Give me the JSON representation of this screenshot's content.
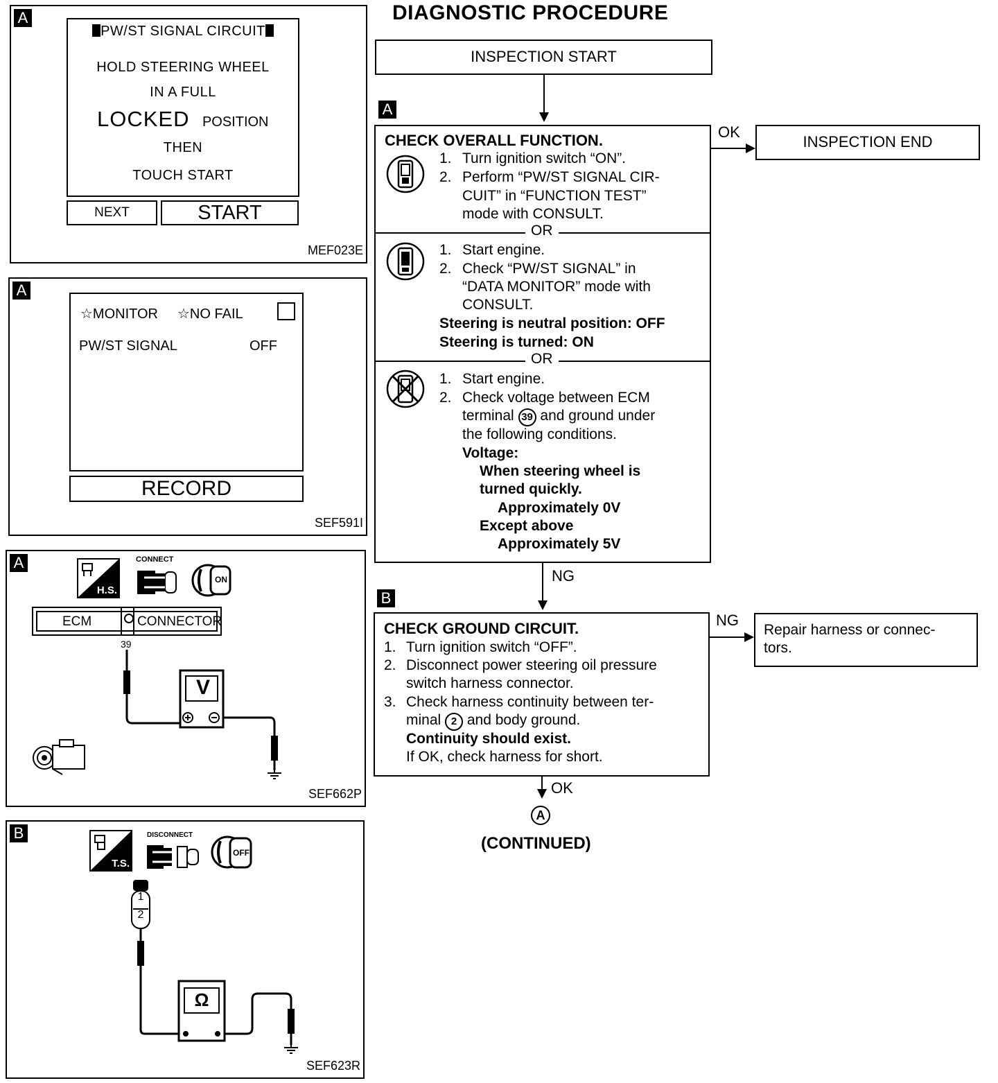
{
  "left_panels": {
    "panel1": {
      "tag": "A",
      "title": "PW/ST SIGNAL CIRCUIT",
      "lines": [
        "HOLD STEERING WHEEL",
        "IN A FULL",
        "LOCKED",
        "POSITION",
        "THEN",
        "TOUCH START"
      ],
      "next_label": "NEXT",
      "start_label": "START",
      "ref": "MEF023E"
    },
    "panel2": {
      "tag": "A",
      "monitor_label": "☆MONITOR",
      "nofail_label": "☆NO FAIL",
      "signal_label": "PW/ST SIGNAL",
      "signal_value": "OFF",
      "record_label": "RECORD",
      "ref": "SEF591I"
    },
    "panel3": {
      "tag": "A",
      "hs_label": "H.S.",
      "connect_label": "CONNECT",
      "on_label": "ON",
      "ecm_label": "ECM",
      "connector_label": "CONNECTOR",
      "terminal": "39",
      "meter_label": "V",
      "ref": "SEF662P"
    },
    "panel4": {
      "tag": "B",
      "ts_label": "T.S.",
      "disconnect_label": "DISCONNECT",
      "off_label": "OFF",
      "pin1": "1",
      "pin2": "2",
      "meter_label": "Ω",
      "ref": "SEF623R"
    }
  },
  "procedure": {
    "heading": "DIAGNOSTIC PROCEDURE",
    "inspection_start": "INSPECTION START",
    "inspection_end": "INSPECTION END",
    "ok_label": "OK",
    "ng_label": "NG",
    "or_label": "OR",
    "step_a": {
      "tag": "A",
      "title": "CHECK OVERALL FUNCTION.",
      "sec1": [
        "1.",
        "Turn ignition switch “ON”.",
        "2.",
        "Perform “PW/ST SIGNAL CIR-",
        "CUIT” in “FUNCTION TEST”",
        "mode with CONSULT."
      ],
      "sec2": [
        "1.",
        "Start engine.",
        "2.",
        "Check “PW/ST SIGNAL” in",
        "“DATA MONITOR” mode with",
        "CONSULT.",
        "Steering is neutral position: OFF",
        "Steering is turned: ON"
      ],
      "sec3": [
        "1.",
        "Start engine.",
        "2.",
        "Check voltage between ECM",
        "terminal",
        "39",
        "and ground under",
        "the following conditions.",
        "Voltage:",
        "When steering wheel is",
        "turned quickly.",
        "Approximately 0V",
        "Except above",
        "Approximately 5V"
      ]
    },
    "step_b": {
      "tag": "B",
      "title": "CHECK GROUND CIRCUIT.",
      "lines": [
        "1.",
        "Turn ignition switch “OFF”.",
        "2.",
        "Disconnect power steering oil pressure",
        "switch harness connector.",
        "3.",
        "Check harness continuity between ter-",
        "minal",
        "2",
        "and body ground.",
        "Continuity should exist.",
        "If OK, check harness for short."
      ],
      "repair": [
        "Repair harness or connec-",
        "tors."
      ]
    },
    "continued_marker": "A",
    "continued": "(CONTINUED)"
  }
}
